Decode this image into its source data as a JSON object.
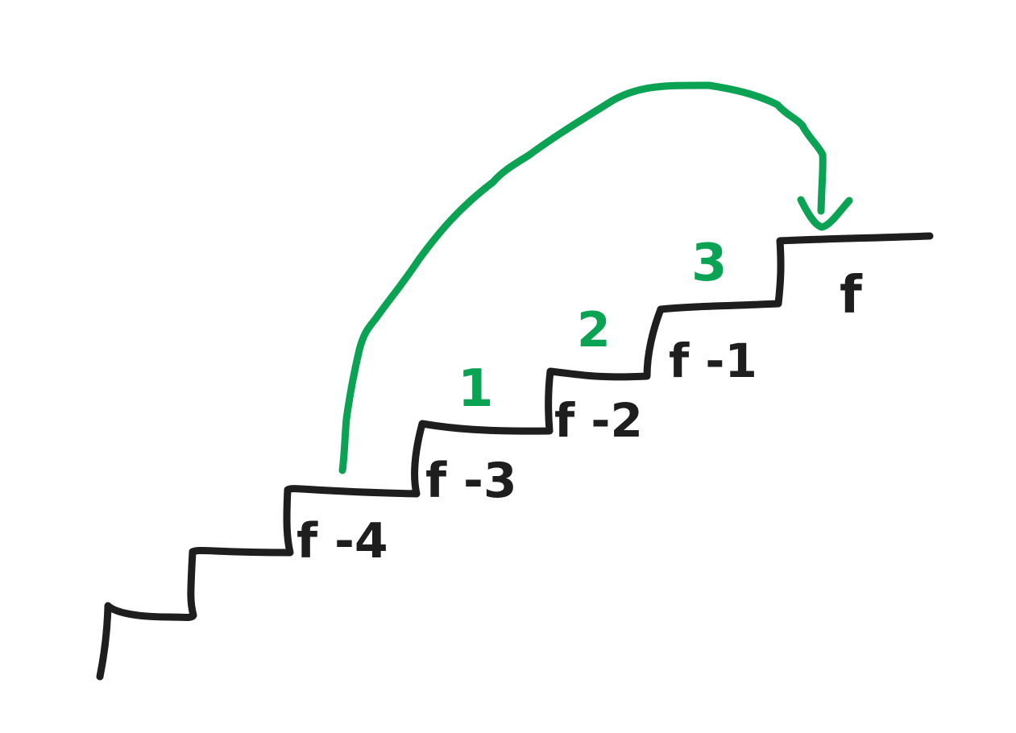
{
  "colors": {
    "stair": "#1e1e1e",
    "accent": "#0aa253"
  },
  "step_labels": {
    "f_minus_4": "f -4",
    "f_minus_3": "f -3",
    "f_minus_2": "f -2",
    "f_minus_1": "f -1",
    "f": "f"
  },
  "step_counts": {
    "one": "1",
    "two": "2",
    "three": "3"
  }
}
